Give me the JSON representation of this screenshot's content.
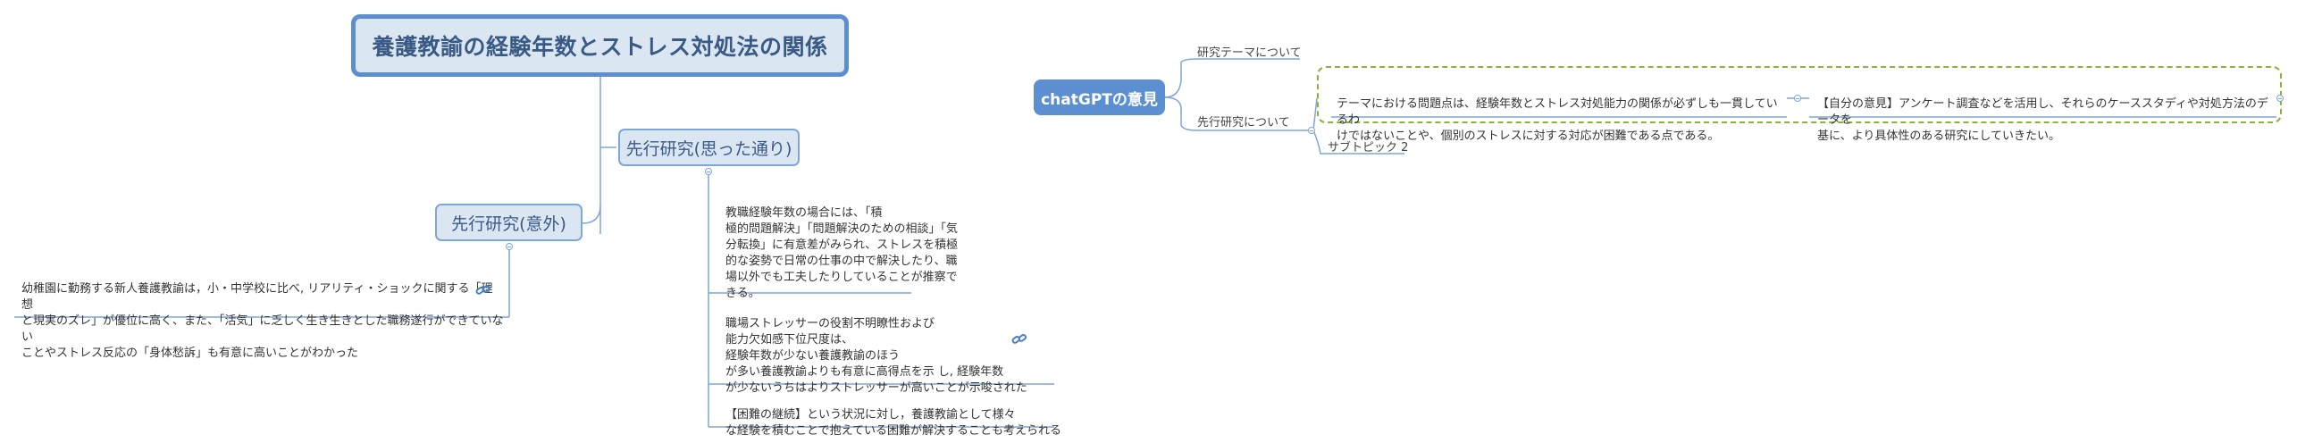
{
  "root": {
    "title": "養護教諭の経験年数とストレス対処法の関係"
  },
  "left_tree": {
    "topic_expected": "先行研究(思った通り)",
    "topic_unexpected": "先行研究(意外)",
    "expected_items": [
      "教職経験年数の場合には、「積\n極的問題解決」「問題解決のための相談」「気\n分転換」に有意差がみられ、ストレスを積極\n的な姿勢で日常の仕事の中で解決したり、職\n場以外でも工夫したりしていることが推察で\nきる。",
      "職場ストレッサーの役割不明瞭性および\n能力欠如感下位尺度は、\n経験年数が少ない養護教諭のほう\nが多い養護教諭よりも有意に高得点を示 し, 経験年数\nが少ないうちはよりストレッサーが高いことが示唆された",
      "【困難の継続】という状況に対し，養護教諭として様々\nな経験を積むことで抱えている困難が解決することも考えられる"
    ],
    "unexpected_item": "幼稚園に勤務する新人養護教諭は，小・中学校に比べ, リアリティ・ショックに関する「理想\nと現実のズレ」が優位に高く、また、「活気」に乏しく生き生きとした職務遂行ができていない\nことやストレス反応の「身体愁訴」も有意に高いことがわかった"
  },
  "right_tree": {
    "title": "chatGPTの意見",
    "branches": {
      "research_theme": "研究テーマについて",
      "prior_research": "先行研究について",
      "subtopic": "サブトピック 2"
    },
    "opinion_problem": "テーマにおける問題点は、経験年数とストレス対処能力の関係が必ずしも一貫しているわ\nけではないことや、個別のストレスに対する対応が困難である点である。",
    "opinion_own": "【自分の意見】アンケート調査などを活用し、それらのケーススタディや対処方法のデータを\n基に、より具体性のある研究にしていきたい。"
  },
  "colors": {
    "root_fill": "#dbe6f3",
    "root_border": "#5b8fd1",
    "line": "#7ea6d7",
    "chatgpt_fill": "#5b8fd1",
    "dashed_frame": "#8bb23a"
  },
  "icons": {
    "link": "link-icon",
    "collapse": "collapse-toggle-icon"
  }
}
